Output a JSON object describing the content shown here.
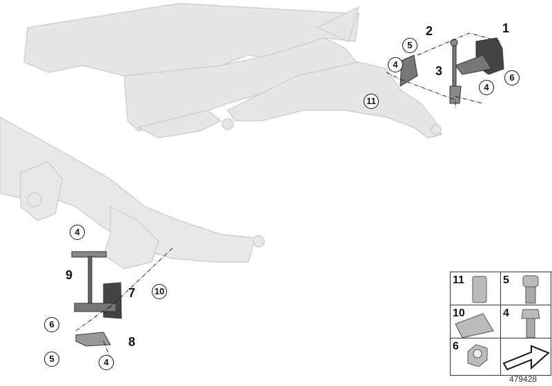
{
  "diagram": {
    "title": "Parts diagram - ride height sensors (front and rear)",
    "front_assembly": {
      "callouts": [
        {
          "id": "1",
          "style": "plain"
        },
        {
          "id": "2",
          "style": "plain"
        },
        {
          "id": "3",
          "style": "plain"
        },
        {
          "id": "4",
          "style": "circled"
        },
        {
          "id": "4",
          "style": "circled"
        },
        {
          "id": "5",
          "style": "circled"
        },
        {
          "id": "6",
          "style": "circled"
        },
        {
          "id": "11",
          "style": "circled"
        }
      ]
    },
    "rear_assembly": {
      "callouts": [
        {
          "id": "4",
          "style": "circled"
        },
        {
          "id": "9",
          "style": "plain"
        },
        {
          "id": "7",
          "style": "plain"
        },
        {
          "id": "10",
          "style": "circled"
        },
        {
          "id": "6",
          "style": "circled"
        },
        {
          "id": "8",
          "style": "plain"
        },
        {
          "id": "5",
          "style": "circled"
        },
        {
          "id": "4",
          "style": "circled"
        }
      ]
    },
    "legend": {
      "cells": [
        {
          "num": "11",
          "part": "rivet-nut"
        },
        {
          "num": "5",
          "part": "socket-head-screw"
        },
        {
          "num": "10",
          "part": "clip-nut"
        },
        {
          "num": "4",
          "part": "hex-flange-bolt"
        },
        {
          "num": "6",
          "part": "hex-nut"
        },
        {
          "num": "",
          "part": "direction-arrow"
        }
      ]
    },
    "document_number": "479428"
  }
}
